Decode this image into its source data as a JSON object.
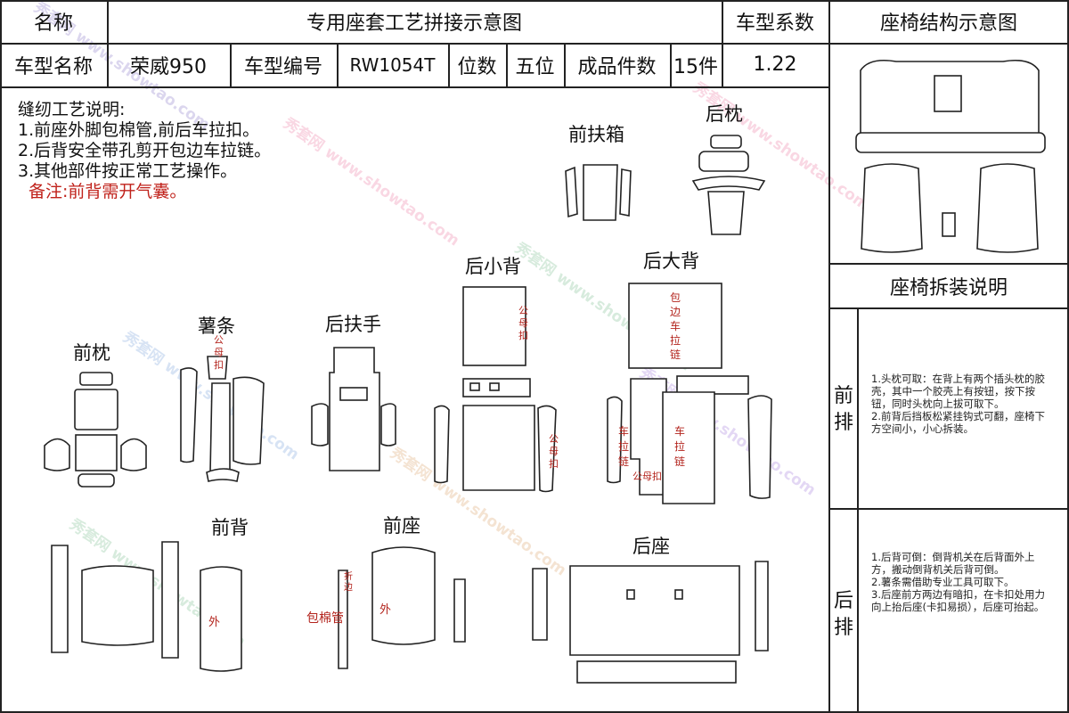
{
  "header": {
    "name_label": "名称",
    "title": "专用座套工艺拼接示意图",
    "coef_label": "车型系数",
    "structure_title": "座椅结构示意图",
    "model_name_label": "车型名称",
    "model_name": "荣威950",
    "model_code_label": "车型编号",
    "model_code": "RW1054T",
    "seats_label": "位数",
    "seats": "五位",
    "pieces_label": "成品件数",
    "pieces": "15件",
    "coef": "1.22"
  },
  "notes": {
    "title": "缝纫工艺说明:",
    "items": [
      "1.前座外脚包棉管,前后车拉扣。",
      "2.后背安全带孔剪开包边车拉链。",
      "3.其他部件按正常工艺操作。"
    ],
    "remark": "备注:前背需开气囊。"
  },
  "parts": {
    "front_headrest": "前枕",
    "strip": "薯条",
    "rear_armrest": "后扶手",
    "rear_small_back": "后小背",
    "front_armrest_box": "前扶箱",
    "rear_headrest": "后枕",
    "rear_big_back": "后大背",
    "front_back": "前背",
    "front_seat": "前座",
    "rear_seat": "后座"
  },
  "annotations": {
    "male_female_buckle": "公母扣",
    "wrap_zipper": "包边车拉链",
    "zipper": "车拉链",
    "outer": "外",
    "fold": "折边",
    "wrap_cotton_tube": "包棉管"
  },
  "side_panel": {
    "dismantle_title": "座椅拆装说明",
    "front_row": "前排",
    "front_text": "1.头枕可取：在背上有两个插头枕的胶壳，其中一个胶壳上有按钮，按下按钮，同时头枕向上拔可取下。\n2.前背后挡板松紧挂钩式可翻，座椅下方空间小，小心拆装。",
    "rear_row": "后排",
    "rear_text": "1.后背可倒：倒背机关在后背面外上方，搬动倒背机关后背可倒。\n2.薯条需借助专业工具可取下。\n3.后座前方两边有暗扣，在卡扣处用力向上抬后座(卡扣易损），后座可抬起。"
  },
  "colors": {
    "accent_red": "#c0221b",
    "line": "#222222"
  }
}
